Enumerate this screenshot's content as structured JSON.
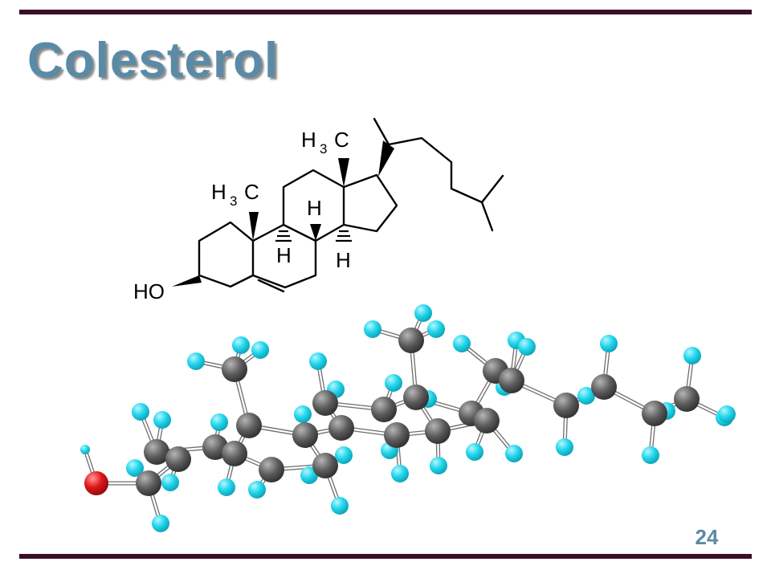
{
  "slide": {
    "title": "Colesterol",
    "page_number": "24"
  },
  "structure_labels": {
    "methyl_upper": {
      "main": "H",
      "sub": "3",
      "atom": "C"
    },
    "methyl_lower": {
      "main": "H",
      "sub": "3",
      "atom": "C"
    },
    "hydroxyl": "HO",
    "hydrogen_top": "H",
    "hydrogen_mid": "H",
    "hydrogen_right": "H"
  },
  "colors": {
    "accent_title": "#5a8aa6",
    "rule": "#3a0f2a",
    "carbon_atom": "#5b5b5b",
    "hydrogen_atom": "#22d6ec",
    "oxygen_atom": "#e0161a"
  }
}
